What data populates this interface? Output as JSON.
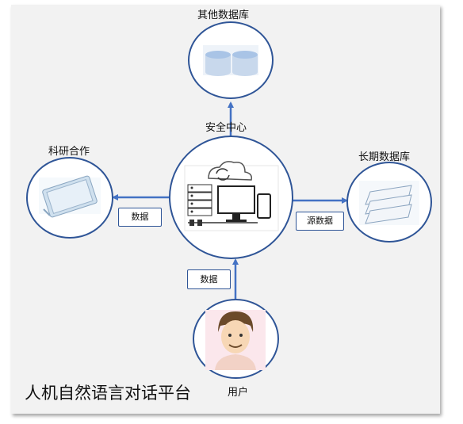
{
  "nodes": {
    "other_db": "其他数据库",
    "security_center": "安全中心",
    "research": "科研合作",
    "longterm_db": "长期数据库",
    "user": "用户"
  },
  "edges": {
    "research_center": "数据",
    "center_longterm": "源数据",
    "user_center": "数据"
  },
  "platform_title": "人机自然语言对话平台",
  "colors": {
    "accent": "#4472c4",
    "border": "#2f5597",
    "background": "#f2f2f2"
  },
  "icons": [
    "database-icon",
    "server-cloud-icon",
    "tablet-icon",
    "stacked-layers-icon",
    "user-avatar-icon"
  ]
}
